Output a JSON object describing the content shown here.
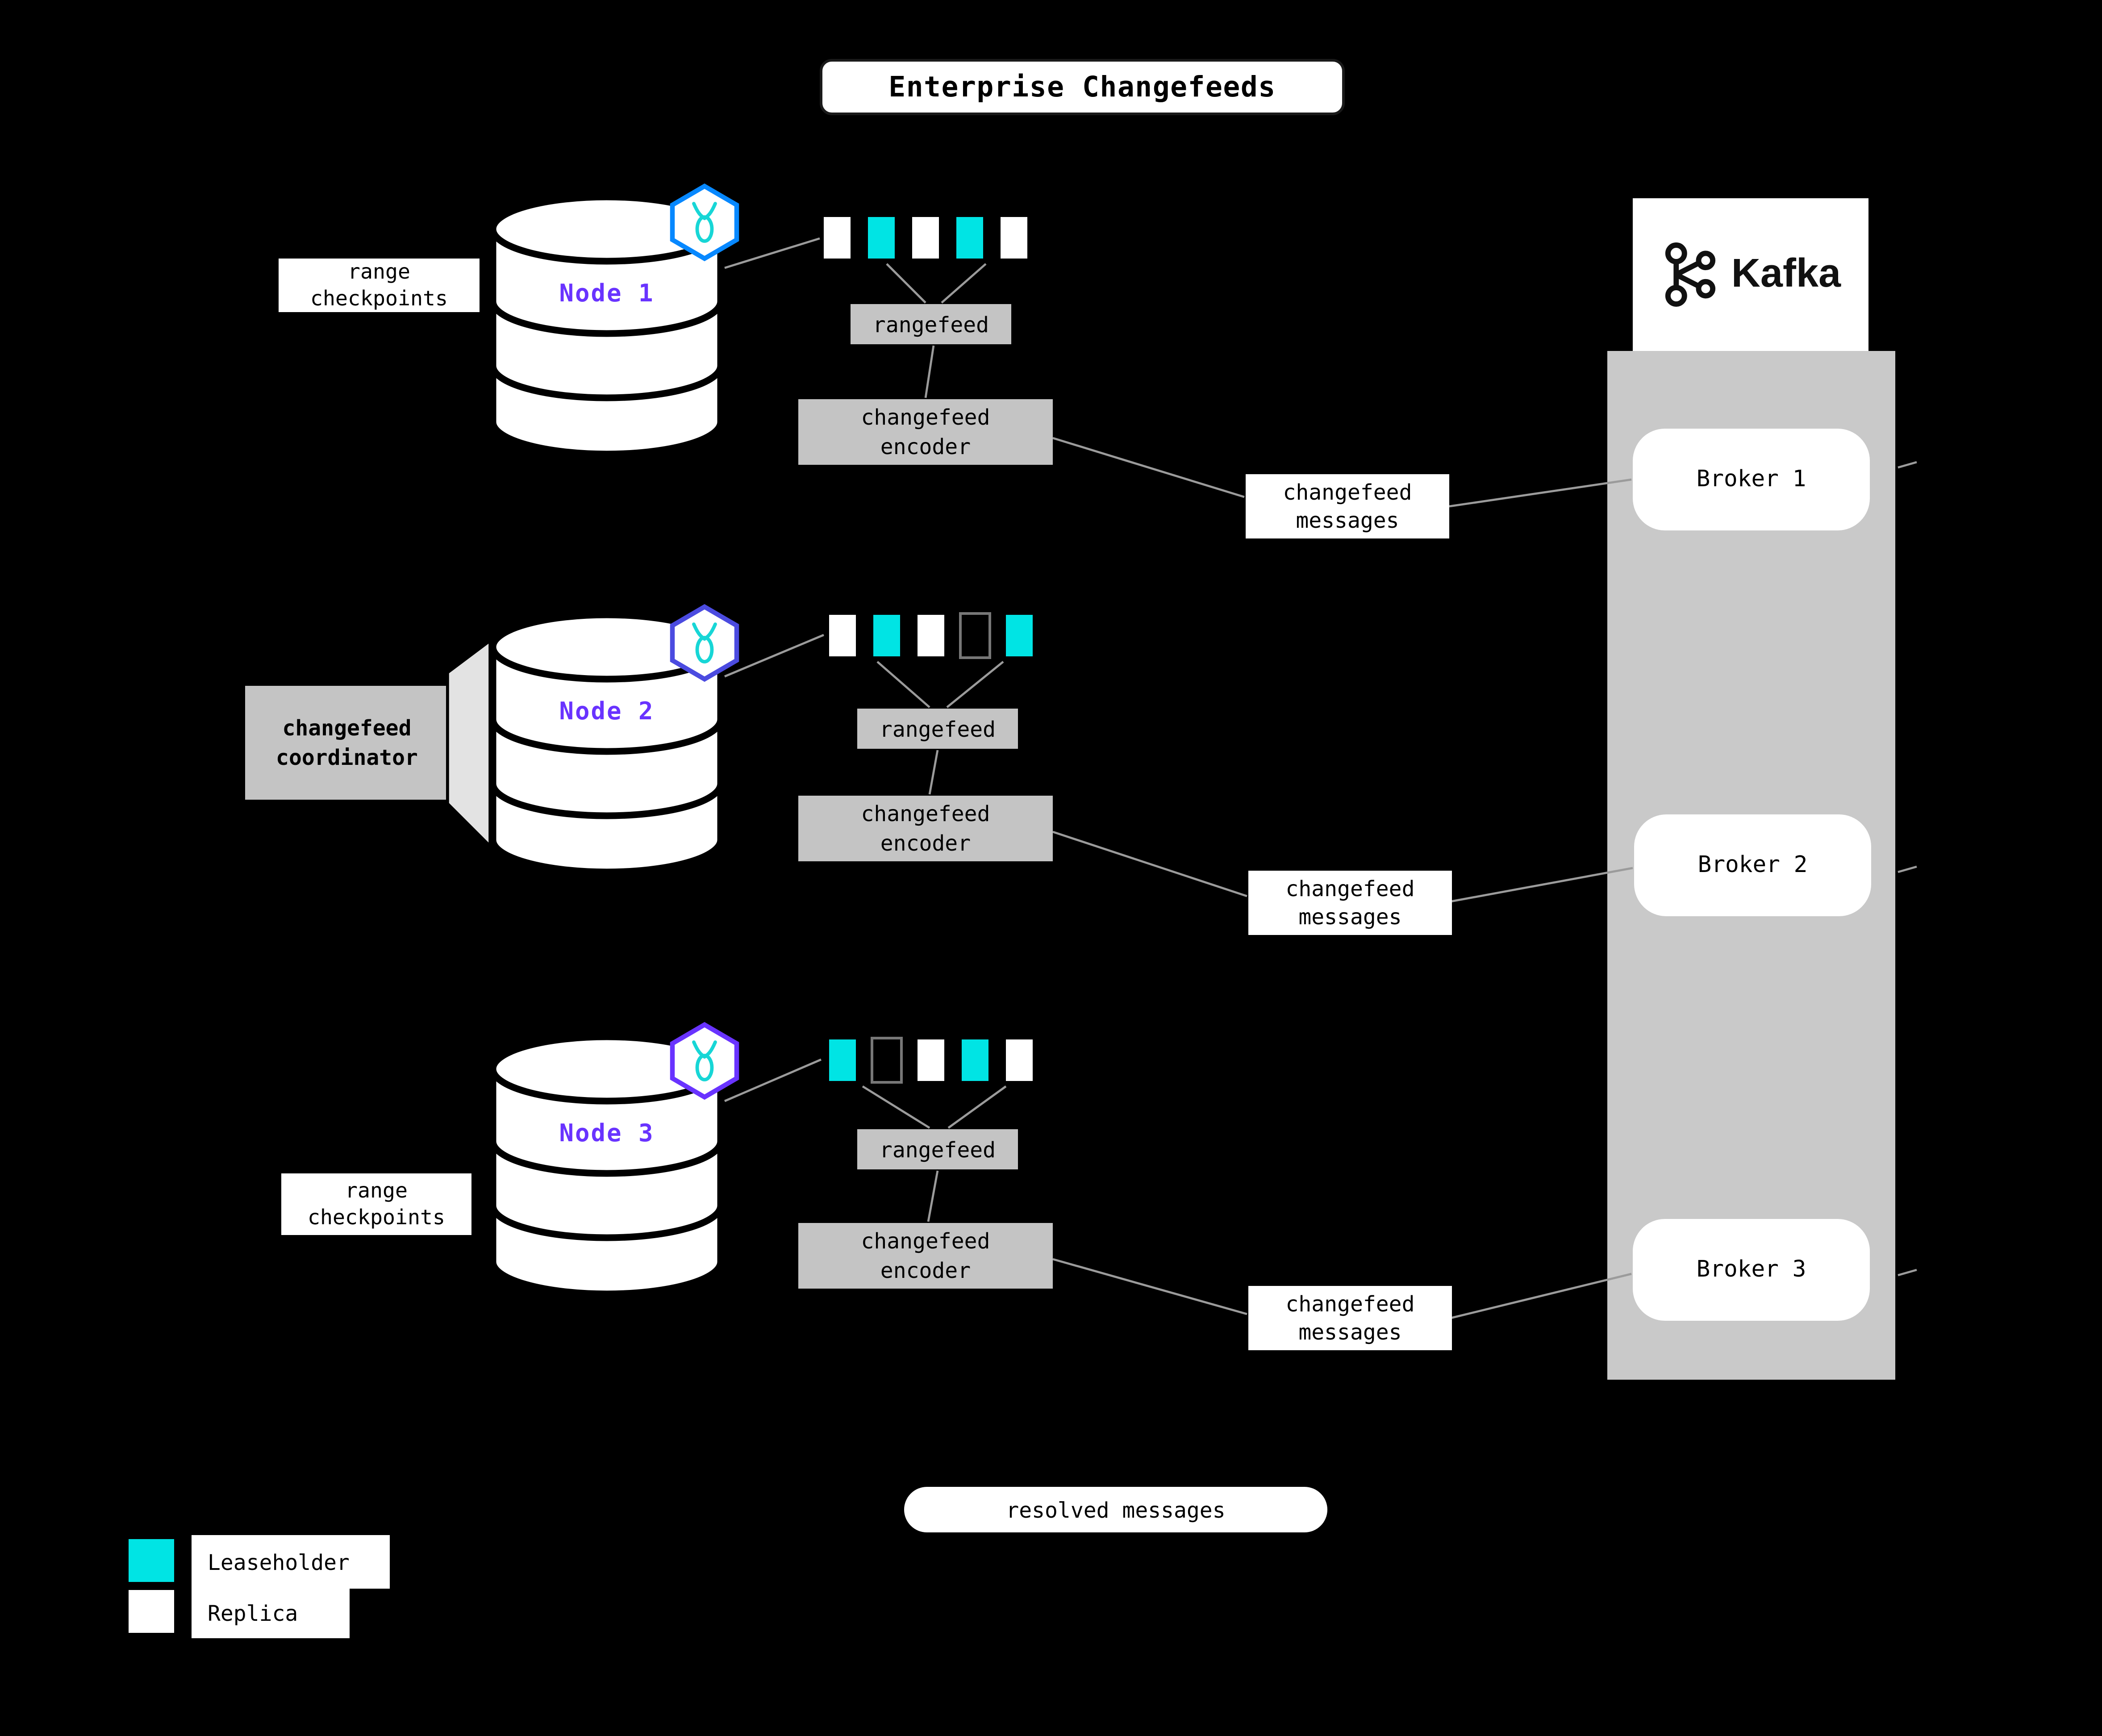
{
  "title": "Enterprise Changefeeds",
  "nodes": [
    {
      "label": "Node 1",
      "icon": "cockroachdb-icon",
      "icon_color": "#0788FF",
      "side_label": "range\ncheckpoints",
      "rangefeed_label": "rangefeed",
      "encoder_label": "changefeed\nencoder",
      "message_label": "changefeed\nmessages",
      "ranges": [
        "replica",
        "leaseholder",
        "replica",
        "leaseholder",
        "replica"
      ]
    },
    {
      "label": "Node 2",
      "icon": "cockroachdb-icon",
      "icon_color": "#4B4BE0",
      "side_label": "changefeed\ncoordinator",
      "rangefeed_label": "rangefeed",
      "encoder_label": "changefeed\nencoder",
      "message_label": "changefeed\nmessages",
      "ranges": [
        "replica",
        "leaseholder",
        "replica",
        "none",
        "leaseholder"
      ]
    },
    {
      "label": "Node 3",
      "icon": "cockroachdb-icon",
      "icon_color": "#6933FF",
      "side_label": "range\ncheckpoints",
      "rangefeed_label": "rangefeed",
      "encoder_label": "changefeed\nencoder",
      "message_label": "changefeed\nmessages",
      "ranges": [
        "leaseholder",
        "none",
        "replica",
        "leaseholder",
        "replica"
      ]
    }
  ],
  "kafka": {
    "brand": "Kafka",
    "icon": "kafka-icon",
    "brokers": [
      "Broker 1",
      "Broker 2",
      "Broker 3"
    ]
  },
  "resolved_label": "resolved messages",
  "legend": {
    "items": [
      {
        "label": "Leaseholder",
        "kind": "leaseholder"
      },
      {
        "label": "Replica",
        "kind": "replica"
      }
    ]
  },
  "colors": {
    "background": "#000000",
    "leaseholder": "#00E4E4",
    "replica": "#FFFFFF",
    "node_label": "#6933FF",
    "box_gray": "#C4C4C4",
    "kafka_cluster_gray": "#C9C9C9",
    "cockroach_mark_teal": "#17D6D6"
  }
}
